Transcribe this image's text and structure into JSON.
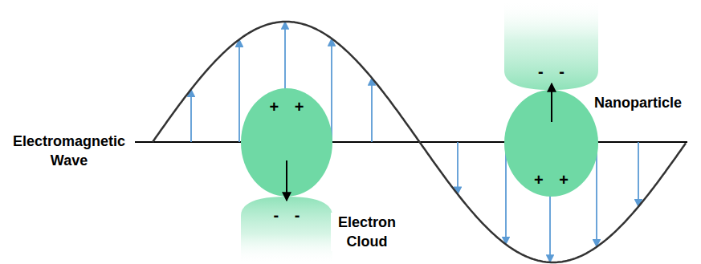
{
  "diagram": {
    "nodes": [
      {
        "text": [
          "+ +"
        ]
      },
      {
        "text": [
          "- -"
        ]
      },
      {
        "text": [
          "- -"
        ]
      },
      {
        "text": [
          "+ +"
        ]
      }
    ],
    "labels": [
      "Electromagnetic Wave",
      "Nanoparticle",
      "Electron Cloud"
    ]
  }
}
